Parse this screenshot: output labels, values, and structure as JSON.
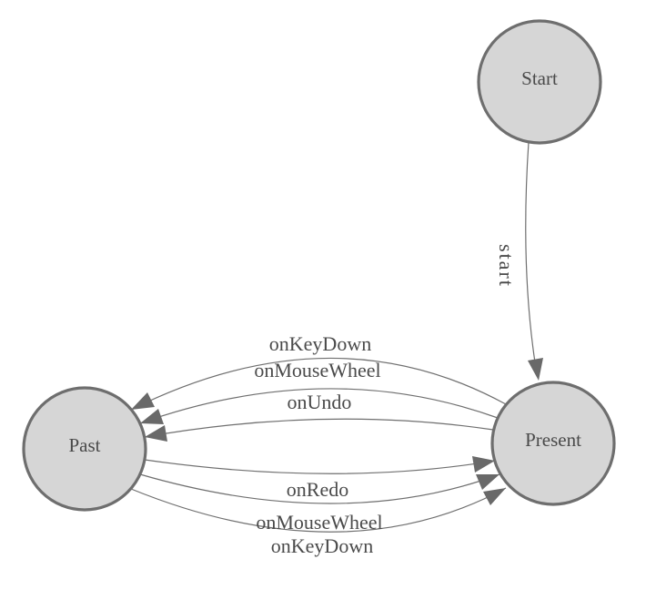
{
  "diagram": {
    "type": "state-machine",
    "nodes": [
      {
        "id": "start",
        "label": "Start"
      },
      {
        "id": "past",
        "label": "Past"
      },
      {
        "id": "present",
        "label": "Present"
      }
    ],
    "edges": [
      {
        "from": "Start",
        "to": "Present",
        "label": "start"
      },
      {
        "from": "Present",
        "to": "Past",
        "label": "onKeyDown"
      },
      {
        "from": "Present",
        "to": "Past",
        "label": "onMouseWheel"
      },
      {
        "from": "Present",
        "to": "Past",
        "label": "onUndo"
      },
      {
        "from": "Past",
        "to": "Present",
        "label": "onRedo"
      },
      {
        "from": "Past",
        "to": "Present",
        "label": "onMouseWheel"
      },
      {
        "from": "Past",
        "to": "Present",
        "label": "onKeyDown"
      }
    ],
    "colors": {
      "background": "#ffffff",
      "node_fill": "#d6d6d6",
      "node_border": "#6e6e6e",
      "edge_line": "#6f6f6f",
      "arrowhead": "#696969",
      "text": "#4a4a4a"
    }
  }
}
